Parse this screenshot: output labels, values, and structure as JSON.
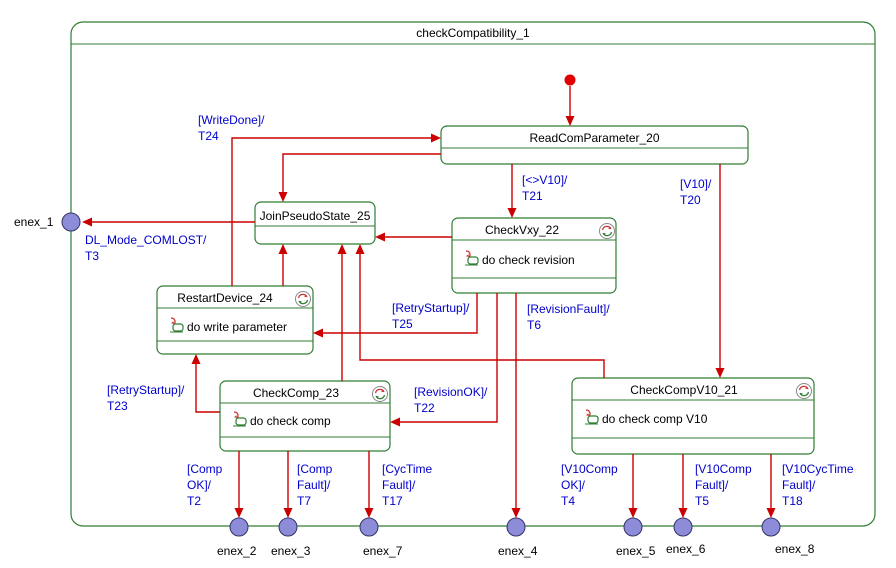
{
  "container": {
    "title": "checkCompatibility_1"
  },
  "states": {
    "read_com": {
      "name": "ReadComParameter_20"
    },
    "join": {
      "name": "JoinPseudoState_25"
    },
    "check_vxy": {
      "name": "CheckVxy_22",
      "do": "do check revision"
    },
    "restart": {
      "name": "RestartDevice_24",
      "do": "do write parameter"
    },
    "check_comp": {
      "name": "CheckComp_23",
      "do": "do check comp"
    },
    "check_v10": {
      "name": "CheckCompV10_21",
      "do": "do check comp V10"
    }
  },
  "transitions": {
    "t24": [
      "[WriteDone]/",
      "T24"
    ],
    "t21": [
      "[<>V10]/",
      "T21"
    ],
    "t20": [
      "[V10]/",
      "T20"
    ],
    "t3": [
      "DL_Mode_COMLOST/",
      "T3"
    ],
    "t25": [
      "[RetryStartup]/",
      "T25"
    ],
    "t6": [
      "[RevisionFault]/",
      "T6"
    ],
    "t23": [
      "[RetryStartup]/",
      "T23"
    ],
    "t22": [
      "[RevisionOK]/",
      "T22"
    ],
    "t2": [
      "[Comp",
      "OK]/",
      "T2"
    ],
    "t7": [
      "[Comp",
      "Fault]/",
      "T7"
    ],
    "t17": [
      "[CycTime",
      "Fault]/",
      "T17"
    ],
    "t4": [
      "[V10Comp",
      "OK]/",
      "T4"
    ],
    "t5": [
      "[V10Comp",
      "Fault]/",
      "T5"
    ],
    "t18": [
      "[V10CycTime",
      "Fault]/",
      "T18"
    ]
  },
  "exits": {
    "enex_1": "enex_1",
    "enex_2": "enex_2",
    "enex_3": "enex_3",
    "enex_7": "enex_7",
    "enex_4": "enex_4",
    "enex_5": "enex_5",
    "enex_6": "enex_6",
    "enex_8": "enex_8"
  },
  "colors": {
    "state_border": "#2e7d32",
    "transition": "#cc0000",
    "label": "#0000cc",
    "exit_point_fill": "#8c8cd8"
  },
  "icons": {
    "state_activity": "cycle-arrows-icon",
    "do_activity": "activity-icon"
  }
}
